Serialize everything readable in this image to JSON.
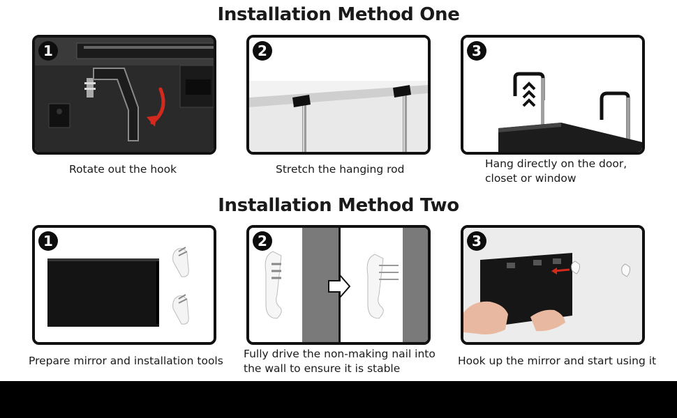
{
  "method_one": {
    "title": "Installation Method One",
    "steps": [
      {
        "number": "1",
        "caption": "Rotate out the hook"
      },
      {
        "number": "2",
        "caption": "Stretch the hanging rod"
      },
      {
        "number": "3",
        "caption": "Hang directly on the door, closet or window"
      }
    ]
  },
  "method_two": {
    "title": "Installation Method Two",
    "steps": [
      {
        "number": "1",
        "caption": "Prepare mirror and installation tools"
      },
      {
        "number": "2",
        "caption": "Fully drive the non-making nail into the wall to ensure it is stable"
      },
      {
        "number": "3",
        "caption": "Hook up the mirror and start using it"
      }
    ]
  },
  "colors": {
    "accent_red": "#d42a1e",
    "panel_border": "#111111",
    "mirror_black": "#111111",
    "wall_gray": "#7a7a7a"
  }
}
